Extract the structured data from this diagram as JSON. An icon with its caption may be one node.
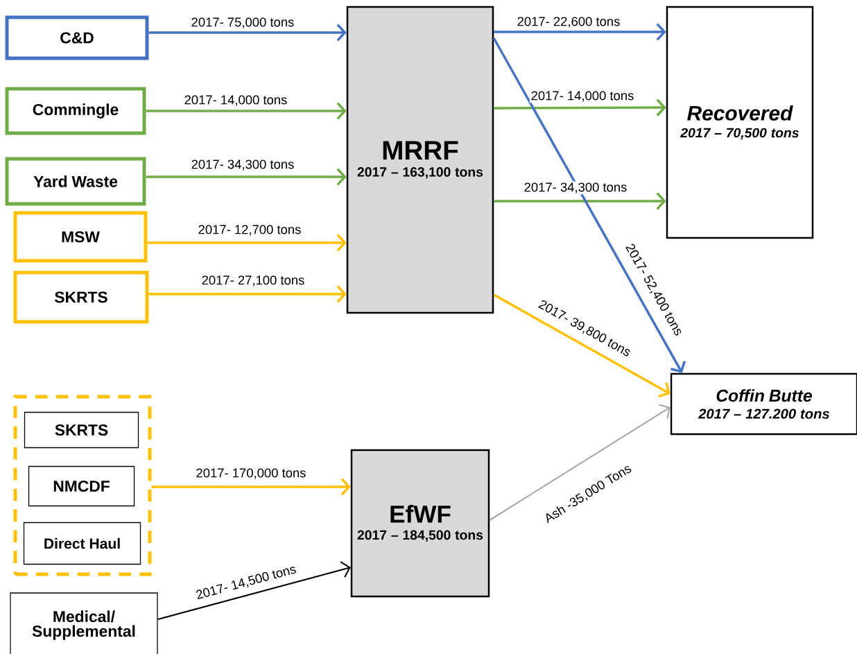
{
  "diagram": {
    "nodes": [
      {
        "text": [
          "C&D"
        ]
      },
      {
        "text": [
          "Commingle"
        ]
      },
      {
        "text": [
          "Yard Waste"
        ]
      },
      {
        "text": [
          "MSW"
        ]
      },
      {
        "text": [
          "SKRTS"
        ]
      },
      {
        "text": [
          "MRRF",
          "2017 – 163,100 tons"
        ]
      },
      {
        "text": [
          "Recovered",
          "2017 – 70,500 tons"
        ]
      },
      {
        "text": [
          "Coffin Butte",
          "2017 – 127.200 tons"
        ]
      },
      {
        "text": [],
        "shape": "box"
      },
      {
        "text": [
          "SKRTS"
        ],
        "in": 8
      },
      {
        "text": [
          "NMCDF"
        ],
        "in": 8
      },
      {
        "text": [
          "Direct Haul"
        ],
        "in": 8
      },
      {
        "text": [
          "EfWF",
          "2017 – 184,500 tons"
        ]
      },
      {
        "text": [
          "Medical/ Supplemental"
        ]
      }
    ],
    "edges": [
      {
        "from": 0,
        "to": 5,
        "arrow": "to",
        "label": "2017- 75,000 tons",
        "color": "#4472c4"
      },
      {
        "from": 1,
        "to": 5,
        "arrow": "to",
        "label": "2017- 14,000 tons",
        "color": "#70ad47"
      },
      {
        "from": 2,
        "to": 5,
        "arrow": "to",
        "label": "2017- 34,300 tons",
        "color": "#70ad47"
      },
      {
        "from": 3,
        "to": 5,
        "arrow": "to",
        "label": "2017- 12,700 tons",
        "color": "#ffc000"
      },
      {
        "from": 4,
        "to": 5,
        "arrow": "to",
        "label": "2017- 27,100 tons",
        "color": "#ffc000"
      },
      {
        "from": 5,
        "to": 6,
        "arrow": "to",
        "label": "2017- 22,600 tons",
        "color": "#4472c4"
      },
      {
        "from": 5,
        "to": 6,
        "arrow": "to",
        "label": "2017- 14,000 tons",
        "color": "#70ad47"
      },
      {
        "from": 5,
        "to": 6,
        "arrow": "to",
        "label": "2017- 34,300 tons",
        "color": "#70ad47"
      },
      {
        "from": 5,
        "to": 7,
        "arrow": "to",
        "label": "2017- 52,400 tons",
        "color": "#4472c4"
      },
      {
        "from": 5,
        "to": 7,
        "arrow": "to",
        "label": "2017- 39,800 tons",
        "color": "#ffc000"
      },
      {
        "from": 8,
        "to": 12,
        "arrow": "to",
        "label": "2017- 170,000 tons",
        "color": "#ffc000"
      },
      {
        "from": 13,
        "to": 12,
        "arrow": "to",
        "label": "2017- 14,500 tons",
        "color": "#000000"
      },
      {
        "from": 12,
        "to": 7,
        "arrow": "to",
        "label": "Ash -35,000 Tons",
        "color": "#a5a5a5"
      }
    ]
  }
}
